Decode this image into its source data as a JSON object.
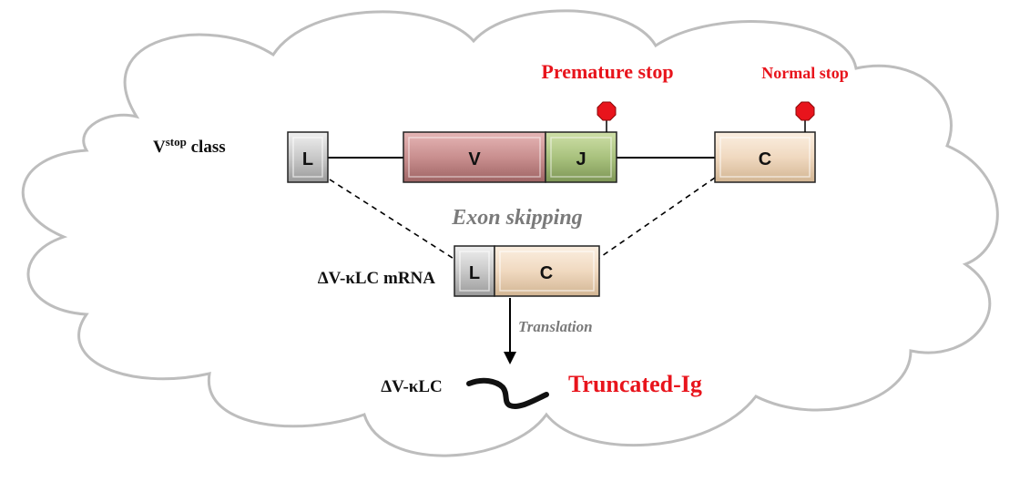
{
  "labels": {
    "vstop_base": "V",
    "vstop_sup": "stop",
    "vstop_class": " class",
    "premature_stop": "Premature stop",
    "normal_stop": "Normal stop",
    "exon_skipping": "Exon skipping",
    "mrna_label": "ΔV-κLC mRNA",
    "translation": "Translation",
    "protein_label": "ΔV-κLC",
    "truncated": "Truncated-Ig"
  },
  "exons": {
    "L": "L",
    "V": "V",
    "J": "J",
    "C": "C",
    "mrna_L": "L",
    "mrna_C": "C"
  },
  "colors": {
    "red": "#e8141c",
    "V": "#c98f8f",
    "J": "#a9c27e",
    "C": "#f0d9c0",
    "L": "#c9c9c9",
    "cloud_outline": "#bdbdbd",
    "gray_text": "#7a7a7a"
  }
}
